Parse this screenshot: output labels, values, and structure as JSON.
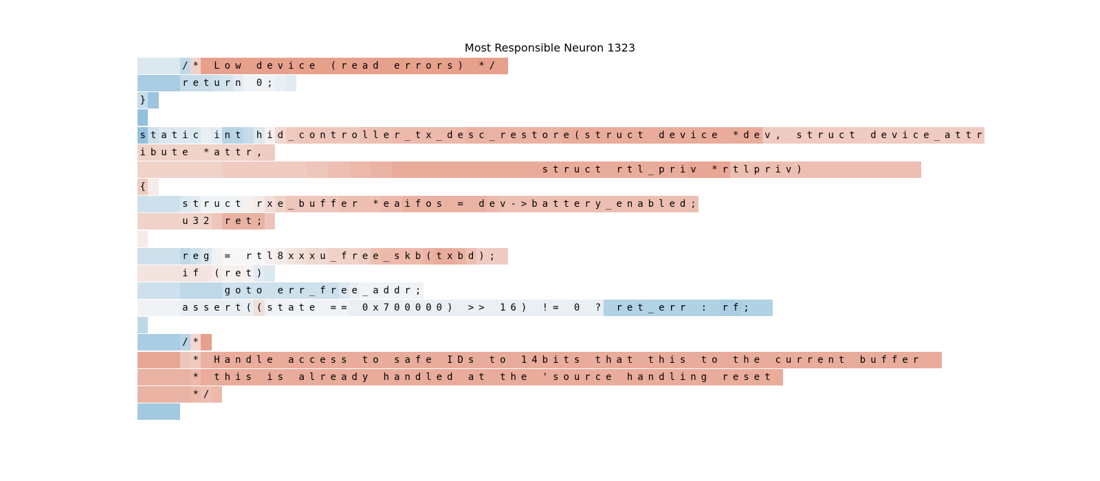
{
  "title": "Most Responsible Neuron 1323",
  "colors": {
    "negative": "#6aaad0",
    "positive": "#e07a5e",
    "neutral": "#f7f7f7"
  },
  "lines": [
    {
      "text": "    /* Low device (read errors) */",
      "weights": [
        -0.2,
        -0.2,
        -0.2,
        -0.2,
        -0.4,
        0.3,
        0.7,
        0.7,
        0.7,
        0.7,
        0.7,
        0.7,
        0.7,
        0.7,
        0.7,
        0.7,
        0.7,
        0.7,
        0.7,
        0.7,
        0.7,
        0.7,
        0.7,
        0.7,
        0.7,
        0.7,
        0.7,
        0.7,
        0.7,
        0.7,
        0.7,
        0.7,
        0.7,
        0.7,
        0.7
      ]
    },
    {
      "text": "    return 0;",
      "weights": [
        -0.55,
        -0.55,
        -0.55,
        -0.55,
        -0.35,
        -0.35,
        -0.35,
        -0.3,
        -0.25,
        -0.15,
        -0.05,
        -0.05,
        -0.05,
        -0.1,
        -0.15
      ]
    },
    {
      "text": "}",
      "weights": [
        -0.35,
        -0.65
      ]
    },
    {
      "text": "",
      "weights": [
        -0.7
      ]
    },
    {
      "text": "static int hid_controller_tx_desc_restore(struct device *dev, struct device_attr",
      "weights": [
        -0.7,
        -0.3,
        -0.2,
        -0.2,
        -0.2,
        -0.2,
        -0.1,
        -0.15,
        -0.45,
        -0.45,
        -0.35,
        -0.2,
        0.05,
        0.25,
        0.35,
        0.4,
        0.4,
        0.4,
        0.4,
        0.4,
        0.4,
        0.45,
        0.45,
        0.45,
        0.5,
        0.5,
        0.5,
        0.5,
        0.5,
        0.5,
        0.5,
        0.55,
        0.55,
        0.55,
        0.55,
        0.55,
        0.55,
        0.55,
        0.55,
        0.55,
        0.6,
        0.6,
        0.6,
        0.6,
        0.6,
        0.6,
        0.6,
        0.6,
        0.6,
        0.6,
        0.6,
        0.6,
        0.6,
        0.6,
        0.6,
        0.6,
        0.6,
        0.6,
        0.6,
        0.35,
        0.35,
        0.35,
        0.35,
        0.35,
        0.35,
        0.35,
        0.35,
        0.35,
        0.35,
        0.35,
        0.35,
        0.35,
        0.35,
        0.35,
        0.35,
        0.35,
        0.35,
        0.35,
        0.35,
        0.35
      ]
    },
    {
      "text": "ibute *attr,",
      "weights": [
        0.3,
        0.3,
        0.3,
        0.3,
        0.3,
        0.3,
        0.3,
        0.3,
        0.3,
        0.3,
        0.3,
        0.35,
        0.35
      ]
    },
    {
      "text": "                                      struct rtl_priv *rtlpriv)",
      "weights": [
        0.3,
        0.3,
        0.3,
        0.3,
        0.3,
        0.3,
        0.3,
        0.3,
        0.35,
        0.35,
        0.35,
        0.35,
        0.35,
        0.35,
        0.35,
        0.35,
        0.4,
        0.4,
        0.45,
        0.45,
        0.5,
        0.5,
        0.55,
        0.55,
        0.6,
        0.6,
        0.6,
        0.6,
        0.6,
        0.6,
        0.6,
        0.6,
        0.6,
        0.6,
        0.6,
        0.6,
        0.6,
        0.6,
        0.6,
        0.6,
        0.6,
        0.6,
        0.6,
        0.6,
        0.6,
        0.6,
        0.6,
        0.6,
        0.6,
        0.6,
        0.6,
        0.6,
        0.65,
        0.65,
        0.65,
        0.65,
        0.45,
        0.45,
        0.45,
        0.45,
        0.45,
        0.45,
        0.45,
        0.45,
        0.45,
        0.45,
        0.45,
        0.45,
        0.45,
        0.45,
        0.45,
        0.45,
        0.45,
        0.45
      ]
    },
    {
      "text": "{",
      "weights": [
        0.35,
        0.1
      ]
    },
    {
      "text": "    struct rxe_buffer *eaifos = dev->battery_enabled;",
      "weights": [
        -0.3,
        -0.3,
        -0.3,
        -0.3,
        -0.2,
        -0.15,
        -0.05,
        -0.05,
        -0.05,
        -0.05,
        0.05,
        0.1,
        0.2,
        0.3,
        0.4,
        0.4,
        0.4,
        0.4,
        0.4,
        0.45,
        0.45,
        0.45,
        0.45,
        0.5,
        0.5,
        0.55,
        0.55,
        0.55,
        0.55,
        0.55,
        0.55,
        0.55,
        0.55,
        0.5,
        0.45,
        0.45,
        0.45,
        0.45,
        0.45,
        0.45,
        0.45,
        0.45,
        0.45,
        0.45,
        0.45,
        0.45,
        0.45,
        0.45,
        0.45,
        0.45,
        0.45,
        0.45,
        0.45
      ]
    },
    {
      "text": "    u32 ret;",
      "weights": [
        0.3,
        0.3,
        0.3,
        0.3,
        0.3,
        0.3,
        0.3,
        0.4,
        0.55,
        0.55,
        0.55,
        0.55,
        0.4
      ]
    },
    {
      "text": "",
      "weights": [
        0.1
      ]
    },
    {
      "text": "    reg = rtl8xxxu_free_skb(txbd);",
      "weights": [
        -0.3,
        -0.3,
        -0.3,
        -0.3,
        -0.4,
        -0.3,
        -0.2,
        -0.05,
        0,
        0,
        0,
        0,
        0.05,
        0.1,
        0.15,
        0.2,
        0.25,
        0.25,
        0.3,
        0.3,
        0.3,
        0.35,
        0.45,
        0.5,
        0.5,
        0.5,
        0.5,
        0.55,
        0.6,
        0.6,
        0.55,
        0.45,
        0.35,
        0.35,
        0.35
      ]
    },
    {
      "text": "    if (ret)",
      "weights": [
        0.15,
        0.15,
        0.15,
        0.15,
        0.15,
        0.15,
        0.15,
        0.1,
        0.05,
        0.05,
        0.05,
        -0.15,
        -0.2
      ]
    },
    {
      "text": "        goto err_free_addr;",
      "weights": [
        -0.3,
        -0.3,
        -0.3,
        -0.3,
        -0.4,
        -0.4,
        -0.4,
        -0.4,
        -0.3,
        -0.3,
        -0.3,
        -0.3,
        -0.3,
        -0.3,
        -0.3,
        -0.3,
        -0.3,
        -0.3,
        -0.3,
        -0.2,
        -0.1,
        -0.05,
        -0.05,
        -0.05,
        -0.05,
        -0.05,
        -0.05
      ]
    },
    {
      "text": "    assert((state == 0x700000) >> 16) != 0 ? ret_err : rf;",
      "weights": [
        -0.05,
        -0.05,
        -0.05,
        -0.05,
        -0.1,
        -0.1,
        -0.1,
        -0.1,
        -0.1,
        -0.1,
        -0.1,
        0.2,
        -0.05,
        -0.05,
        -0.05,
        -0.05,
        -0.05,
        -0.05,
        -0.05,
        -0.05,
        -0.1,
        -0.1,
        -0.1,
        -0.1,
        -0.1,
        -0.1,
        -0.1,
        -0.1,
        -0.1,
        -0.1,
        -0.1,
        -0.1,
        -0.1,
        -0.1,
        -0.1,
        -0.1,
        -0.1,
        -0.1,
        -0.1,
        -0.1,
        -0.1,
        -0.1,
        -0.1,
        -0.1,
        -0.5,
        -0.5,
        -0.5,
        -0.5,
        -0.5,
        -0.5,
        -0.5,
        -0.5,
        -0.5,
        -0.5,
        -0.5,
        -0.55,
        -0.55,
        -0.5,
        -0.5,
        -0.5
      ]
    },
    {
      "text": "",
      "weights": [
        -0.4
      ]
    },
    {
      "text": "    /*",
      "weights": [
        -0.55,
        -0.55,
        -0.55,
        -0.55,
        -0.45,
        0.25,
        0.7
      ]
    },
    {
      "text": "     * Handle access to safe IDs to 14bits that this to the current buffer",
      "weights": [
        0.65,
        0.65,
        0.65,
        0.65,
        0.4,
        0.35,
        0.55,
        0.6,
        0.6,
        0.6,
        0.6,
        0.6,
        0.6,
        0.6,
        0.6,
        0.6,
        0.6,
        0.6,
        0.6,
        0.6,
        0.6,
        0.6,
        0.6,
        0.6,
        0.6,
        0.6,
        0.6,
        0.6,
        0.6,
        0.6,
        0.6,
        0.6,
        0.6,
        0.6,
        0.6,
        0.6,
        0.6,
        0.6,
        0.6,
        0.6,
        0.6,
        0.6,
        0.6,
        0.6,
        0.6,
        0.6,
        0.6,
        0.6,
        0.6,
        0.6,
        0.6,
        0.6,
        0.6,
        0.6,
        0.6,
        0.6,
        0.6,
        0.6,
        0.6,
        0.6,
        0.6,
        0.6,
        0.6,
        0.6,
        0.6,
        0.6,
        0.6,
        0.6,
        0.6,
        0.6,
        0.6,
        0.6,
        0.6,
        0.6,
        0.6,
        0.6
      ]
    },
    {
      "text": "     * this is already handled at the 'source handling reset",
      "weights": [
        0.55,
        0.55,
        0.55,
        0.55,
        0.55,
        0.5,
        0.6,
        0.6,
        0.6,
        0.6,
        0.6,
        0.6,
        0.6,
        0.6,
        0.6,
        0.6,
        0.6,
        0.6,
        0.6,
        0.6,
        0.6,
        0.6,
        0.6,
        0.6,
        0.6,
        0.6,
        0.6,
        0.6,
        0.6,
        0.6,
        0.6,
        0.6,
        0.6,
        0.6,
        0.6,
        0.6,
        0.6,
        0.6,
        0.6,
        0.6,
        0.6,
        0.6,
        0.6,
        0.6,
        0.6,
        0.6,
        0.6,
        0.6,
        0.6,
        0.6,
        0.6,
        0.6,
        0.6,
        0.6,
        0.6,
        0.6,
        0.6,
        0.6,
        0.6,
        0.6,
        0.6
      ]
    },
    {
      "text": "     */",
      "weights": [
        0.55,
        0.55,
        0.55,
        0.55,
        0.55,
        0.5,
        0.45,
        0.5
      ]
    },
    {
      "text": "",
      "weights": [
        -0.6,
        -0.6,
        -0.6,
        -0.6
      ]
    }
  ]
}
